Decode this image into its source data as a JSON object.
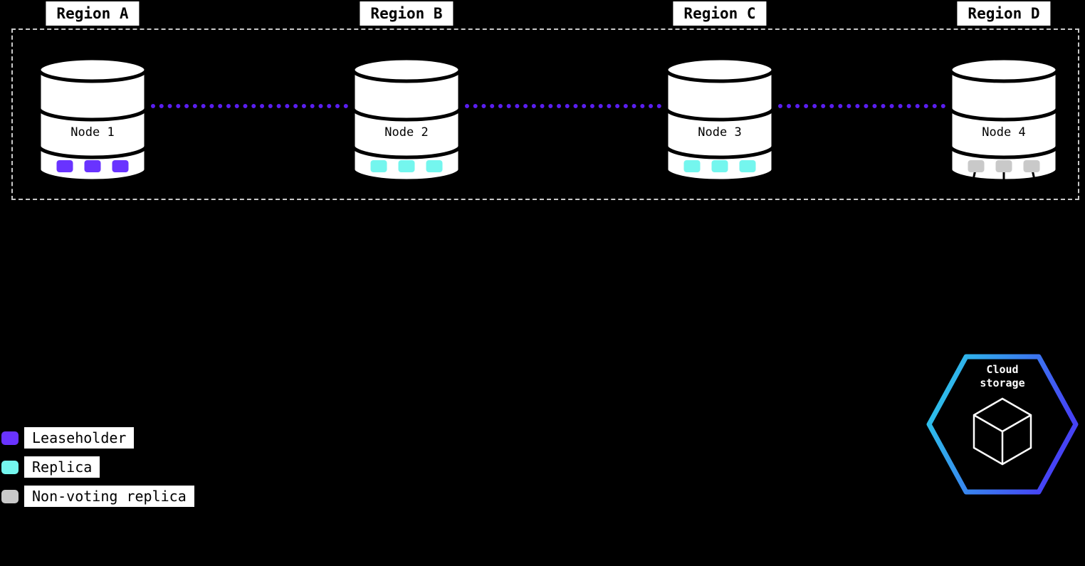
{
  "regions": [
    {
      "label": "Region A"
    },
    {
      "label": "Region B"
    },
    {
      "label": "Region C"
    },
    {
      "label": "Region D"
    }
  ],
  "nodes": [
    {
      "label": "Node 1",
      "replica_type": "leaseholder",
      "replica_count": 3
    },
    {
      "label": "Node 2",
      "replica_type": "replica",
      "replica_count": 3
    },
    {
      "label": "Node 3",
      "replica_type": "replica",
      "replica_count": 3
    },
    {
      "label": "Node 4",
      "replica_type": "non-voting replica",
      "replica_count": 3
    }
  ],
  "legend": [
    {
      "label": "Leaseholder",
      "color": "#6933ff"
    },
    {
      "label": "Replica",
      "color": "#74f6ee"
    },
    {
      "label": "Non-voting replica",
      "color": "#c9c9c9"
    }
  ],
  "cloud_storage": {
    "label": "Cloud storage"
  },
  "colors": {
    "leaseholder": "#6933ff",
    "replica": "#74f6ee",
    "nonvoting": "#c9c9c9",
    "connector": "#5a1ef0",
    "hex-start": "#29d3e8",
    "hex-end": "#4643f5"
  }
}
